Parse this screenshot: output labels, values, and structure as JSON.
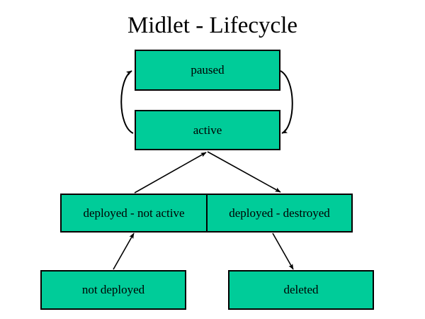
{
  "diagram": {
    "title": "Midlet - Lifecycle",
    "background_color": "#ffffff",
    "box_fill_color": "#00cc99",
    "box_border_color": "#000000",
    "text_color": "#000000",
    "states": [
      {
        "id": "paused",
        "label": "paused"
      },
      {
        "id": "active",
        "label": "active"
      },
      {
        "id": "deployed-not-active",
        "label": "deployed - not active"
      },
      {
        "id": "deployed-destroyed",
        "label": "deployed - destroyed"
      },
      {
        "id": "not-deployed",
        "label": "not deployed"
      },
      {
        "id": "deleted",
        "label": "deleted"
      }
    ],
    "transitions": [
      {
        "from": "active",
        "to": "paused",
        "style": "curved-left"
      },
      {
        "from": "paused",
        "to": "active",
        "style": "curved-right"
      },
      {
        "from": "deployed-not-active",
        "to": "active",
        "style": "straight"
      },
      {
        "from": "active",
        "to": "deployed-destroyed",
        "style": "straight"
      },
      {
        "from": "not-deployed",
        "to": "deployed-not-active",
        "style": "straight"
      },
      {
        "from": "deployed-destroyed",
        "to": "deleted",
        "style": "straight"
      }
    ]
  }
}
